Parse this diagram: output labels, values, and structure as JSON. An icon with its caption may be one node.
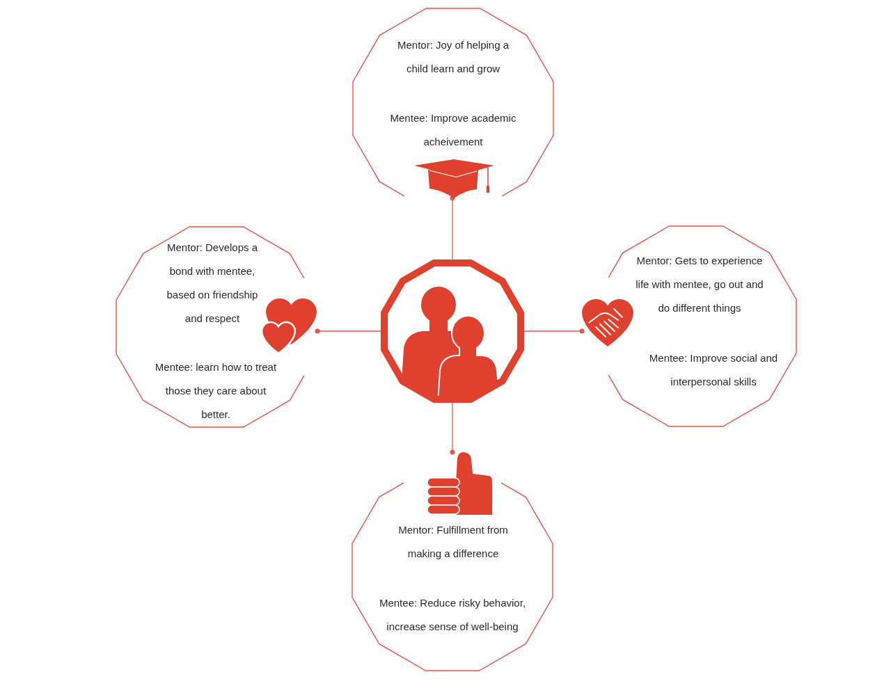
{
  "diagram": {
    "nodes": [
      {
        "text": [
          "Mentor: Joy of helping a child learn and grow",
          "Mentee: Improve academic acheivement"
        ]
      },
      {
        "text": [
          "Mentor: Develops a bond with mentee, based on friendship and respect",
          "Mentee: learn how to treat those they care about better."
        ]
      },
      {
        "text": [],
        "shape": "picture"
      },
      {
        "text": [
          "Mentor: Gets to experience life with mentee, go out and do different things",
          "Mentee: Improve social and interpersonal skills"
        ]
      },
      {
        "text": [
          "Mentor: Fulfillment from making a difference",
          "Mentee: Reduce risky behavior, increase sense of well-being"
        ]
      }
    ],
    "edges": [
      {
        "from": 2,
        "to": 0,
        "arrow": "other"
      },
      {
        "from": 2,
        "to": 1,
        "arrow": "other"
      },
      {
        "from": 2,
        "to": 3,
        "arrow": "other"
      },
      {
        "from": 2,
        "to": 4,
        "arrow": "other"
      }
    ]
  }
}
